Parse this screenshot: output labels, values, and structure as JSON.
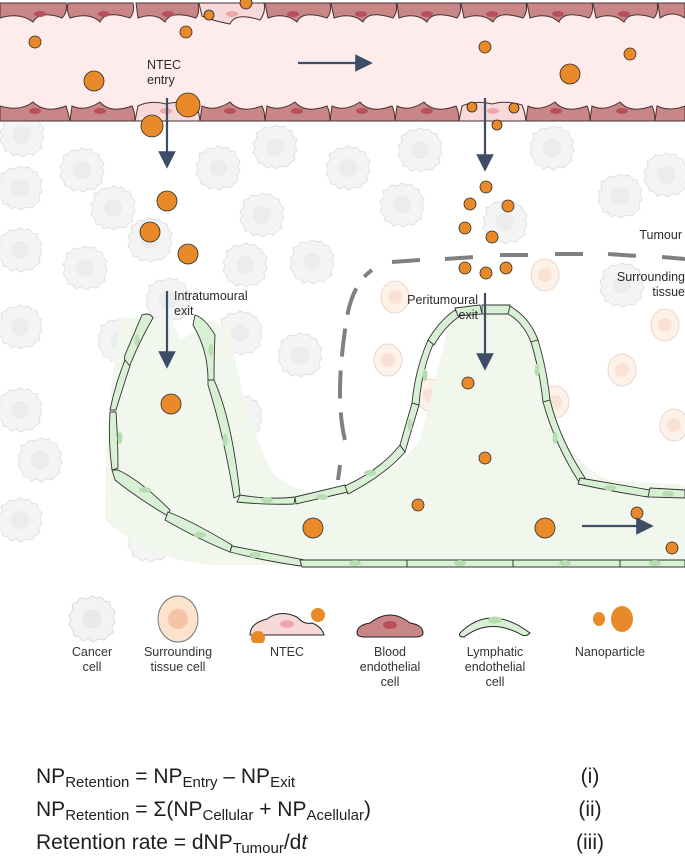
{
  "figure": {
    "labels": {
      "ntec_entry": [
        "NTEC",
        "entry"
      ],
      "intratumoural_exit": [
        "Intratumoural",
        "exit"
      ],
      "peritumoural_exit": [
        "Peritumoural",
        "exit"
      ],
      "tumour": "Tumour",
      "surrounding_tissue": [
        "Surrounding",
        "tissue"
      ]
    },
    "colors": {
      "blood_lumen": "#fdeceb",
      "blood_endothelial": "#c98686",
      "blood_nucleus": "#b8505a",
      "lymph_lumen": "#f2f7ee",
      "lymph_endothelial": "#d8f0d4",
      "lymph_nucleus": "#b6ddb0",
      "nanoparticle": "#e8892a",
      "cancer_cell": "#f1f1f1",
      "surrounding_cell": "#fdf0e6",
      "arrow": "#3d4d66",
      "boundary": "#808080",
      "ntec": "#f7d9d9"
    }
  },
  "legend": [
    {
      "icon": "cancer-cell-icon",
      "label": [
        "Cancer",
        "cell"
      ]
    },
    {
      "icon": "surrounding-tissue-cell-icon",
      "label": [
        "Surrounding",
        "tissue cell"
      ]
    },
    {
      "icon": "ntec-icon",
      "label": [
        "NTEC"
      ]
    },
    {
      "icon": "blood-endothelial-cell-icon",
      "label": [
        "Blood",
        "endothelial",
        "cell"
      ]
    },
    {
      "icon": "lymphatic-endothelial-cell-icon",
      "label": [
        "Lymphatic",
        "endothelial",
        "cell"
      ]
    },
    {
      "icon": "nanoparticle-icon",
      "label": [
        "Nanoparticle"
      ]
    }
  ],
  "equations": [
    {
      "lhs": "NP",
      "lhs_sub": "Retention",
      "rhs": [
        " = NP",
        "Entry",
        " – NP",
        "Exit"
      ],
      "number": "(i)"
    },
    {
      "lhs": "NP",
      "lhs_sub": "Retention",
      "rhs": [
        " = Σ(NP",
        "Cellular",
        " + NP",
        "Acellular",
        ")"
      ],
      "number": "(ii)"
    },
    {
      "lhs": "Retention rate",
      "rhs": [
        " = dNP",
        "Tumour",
        "/d",
        "t"
      ],
      "number": "(iii)"
    }
  ]
}
